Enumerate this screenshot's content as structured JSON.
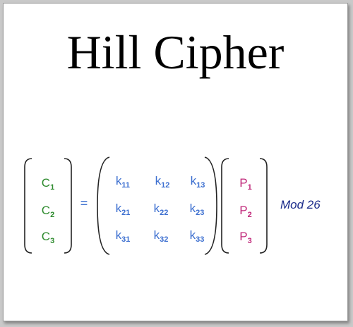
{
  "title": "Hill Cipher",
  "equals_sign": "=",
  "modulus": "Mod 26",
  "colors": {
    "ciphertext": "#2e8b2e",
    "key": "#3c6fd0",
    "plaintext": "#c0287a",
    "modulus": "#1a2a8a"
  },
  "ciphertext_vector": [
    {
      "base": "C",
      "sub": "1"
    },
    {
      "base": "C",
      "sub": "2"
    },
    {
      "base": "C",
      "sub": "3"
    }
  ],
  "key_matrix": [
    [
      {
        "base": "k",
        "sub": "11"
      },
      {
        "base": "k",
        "sub": "12"
      },
      {
        "base": "k",
        "sub": "13"
      }
    ],
    [
      {
        "base": "k",
        "sub": "21"
      },
      {
        "base": "k",
        "sub": "22"
      },
      {
        "base": "k",
        "sub": "23"
      }
    ],
    [
      {
        "base": "k",
        "sub": "31"
      },
      {
        "base": "k",
        "sub": "32"
      },
      {
        "base": "k",
        "sub": "33"
      }
    ]
  ],
  "plaintext_vector": [
    {
      "base": "P",
      "sub": "1"
    },
    {
      "base": "P",
      "sub": "2"
    },
    {
      "base": "P",
      "sub": "3"
    }
  ]
}
